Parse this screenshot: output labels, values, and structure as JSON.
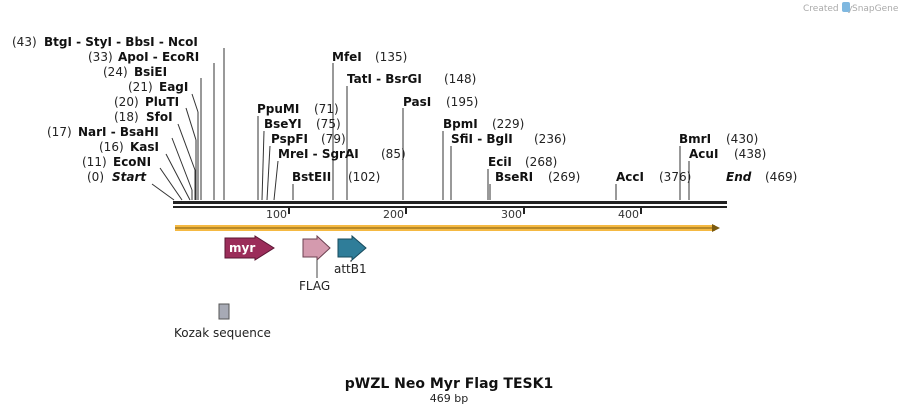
{
  "credit": {
    "created_by": "Created by",
    "brand": "SnapGene"
  },
  "title": "pWZL Neo Myr Flag TESK1",
  "length_label": "469 bp",
  "ruler_ticks": [
    "100",
    "200",
    "300",
    "400"
  ],
  "sites": [
    {
      "id": "btgi",
      "pos": "(43)",
      "enzymes": [
        "BtgI",
        "StyI",
        "BbsI",
        "NcoI"
      ]
    },
    {
      "id": "apoi",
      "pos": "(33)",
      "enzymes": [
        "ApoI",
        "EcoRI"
      ]
    },
    {
      "id": "bsiei",
      "pos": "(24)",
      "enzymes": [
        "BsiEI"
      ]
    },
    {
      "id": "eagi",
      "pos": "(21)",
      "enzymes": [
        "EagI"
      ]
    },
    {
      "id": "pluti",
      "pos": "(20)",
      "enzymes": [
        "PluTI"
      ]
    },
    {
      "id": "sfoi",
      "pos": "(18)",
      "enzymes": [
        "SfoI"
      ]
    },
    {
      "id": "nari",
      "pos": "(17)",
      "enzymes": [
        "NarI",
        "BsaHI"
      ]
    },
    {
      "id": "kasi",
      "pos": "(16)",
      "enzymes": [
        "KasI"
      ]
    },
    {
      "id": "econi",
      "pos": "(11)",
      "enzymes": [
        "EcoNI"
      ]
    },
    {
      "id": "start",
      "pos": "(0)",
      "enzymes": [
        "Start"
      ]
    },
    {
      "id": "mfei",
      "pos": "(135)",
      "enzymes": [
        "MfeI"
      ]
    },
    {
      "id": "tati",
      "pos": "(148)",
      "enzymes": [
        "TatI",
        "BsrGI"
      ]
    },
    {
      "id": "ppumi",
      "pos": "(71)",
      "enzymes": [
        "PpuMI"
      ]
    },
    {
      "id": "bseyi",
      "pos": "(75)",
      "enzymes": [
        "BseYI"
      ]
    },
    {
      "id": "pspfi",
      "pos": "(79)",
      "enzymes": [
        "PspFI"
      ]
    },
    {
      "id": "mrei",
      "pos": "(85)",
      "enzymes": [
        "MreI",
        "SgrAI"
      ]
    },
    {
      "id": "bsteii",
      "pos": "(102)",
      "enzymes": [
        "BstEII"
      ]
    },
    {
      "id": "pasi",
      "pos": "(195)",
      "enzymes": [
        "PasI"
      ]
    },
    {
      "id": "bpmi",
      "pos": "(229)",
      "enzymes": [
        "BpmI"
      ]
    },
    {
      "id": "sfii",
      "pos": "(236)",
      "enzymes": [
        "SfiI",
        "BglI"
      ]
    },
    {
      "id": "ecii",
      "pos": "(268)",
      "enzymes": [
        "EciI"
      ]
    },
    {
      "id": "bseri",
      "pos": "(269)",
      "enzymes": [
        "BseRI"
      ]
    },
    {
      "id": "acci",
      "pos": "(376)",
      "enzymes": [
        "AccI"
      ]
    },
    {
      "id": "bmri",
      "pos": "(430)",
      "enzymes": [
        "BmrI"
      ]
    },
    {
      "id": "acui",
      "pos": "(438)",
      "enzymes": [
        "AcuI"
      ]
    },
    {
      "id": "end",
      "pos": "(469)",
      "enzymes": [
        "End"
      ]
    }
  ],
  "features": {
    "myr": "myr",
    "flag": "FLAG",
    "attb1": "attB1",
    "kozak": "Kozak sequence"
  },
  "colors": {
    "orf": "#f5b942",
    "myr": "#9b2d5a",
    "flag": "#d49aae",
    "attb1": "#2f7d99",
    "kozak": "#a7aab5",
    "backbone": "#222222"
  }
}
